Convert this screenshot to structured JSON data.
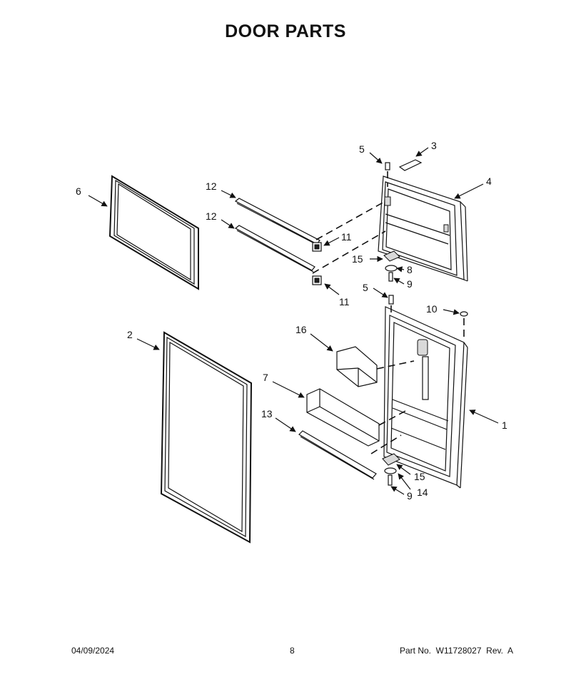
{
  "title": "DOOR PARTS",
  "footer": {
    "date": "04/09/2024",
    "page": "8",
    "part_number": "Part No.  W11728027  Rev.  A"
  },
  "callouts": {
    "c1": "1",
    "c2": "2",
    "c3": "3",
    "c4": "4",
    "c5a": "5",
    "c5b": "5",
    "c6": "6",
    "c7": "7",
    "c8": "8",
    "c9a": "9",
    "c9b": "9",
    "c10": "10",
    "c11a": "11",
    "c11b": "11",
    "c12a": "12",
    "c12b": "12",
    "c13": "13",
    "c14": "14",
    "c15a": "15",
    "c15b": "15",
    "c16": "16"
  }
}
